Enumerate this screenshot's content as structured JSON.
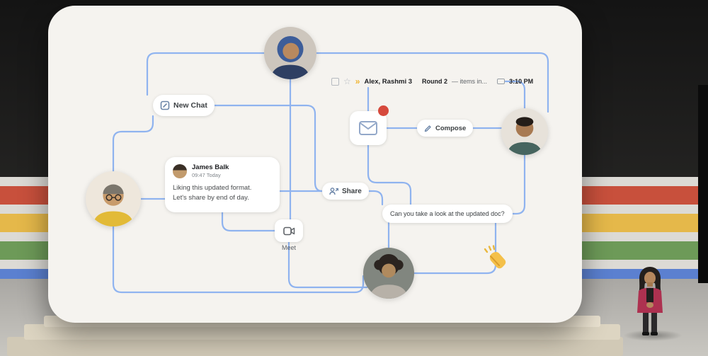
{
  "screen": {
    "new_chat": {
      "icon": "chat-compose-icon",
      "label": "New Chat"
    },
    "email_row": {
      "checkbox_icon": "checkbox",
      "star_glyph": "☆",
      "important_glyph": "»",
      "sender": "Alex, Rashmi 3",
      "subject": "Round 2",
      "snippet": "— items in...",
      "attachment_icon": "attachment",
      "time": "3:10 PM"
    },
    "mail_card": {
      "icon": "envelope",
      "notification_color": "#d6493c"
    },
    "compose": {
      "icon": "pencil",
      "label": "Compose"
    },
    "message_card": {
      "name": "James Balk",
      "timestamp": "09:47 Today",
      "line1": "Liking this updated format.",
      "line2": "Let's share by end of day."
    },
    "share": {
      "icon": "share-person",
      "label": "Share"
    },
    "chat_bubble": {
      "text": "Can you take a look at the updated doc?"
    },
    "meet": {
      "icon": "video-camera",
      "label": "Meet"
    },
    "clap_icon": "clapping-hands",
    "avatars": {
      "top": "person-with-headscarf",
      "right": "man-dark-hair",
      "left": "man-yellow-shirt-cap",
      "bottom": "woman-curly-hair",
      "james": "james-balk"
    },
    "colors": {
      "connector": "#8ab0ef",
      "screen_bg": "#f5f3ef",
      "red_dot": "#d6493c"
    }
  },
  "stage": {
    "stripe_colors": [
      "#dcdad5",
      "#c8503c",
      "#dcdad5",
      "#e5b84a",
      "#dcdad5",
      "#6d9a58",
      "#dcdad5",
      "#5b80d0"
    ],
    "platform_color": "#ddd5c2",
    "floor_color": "#b5b3ae"
  }
}
